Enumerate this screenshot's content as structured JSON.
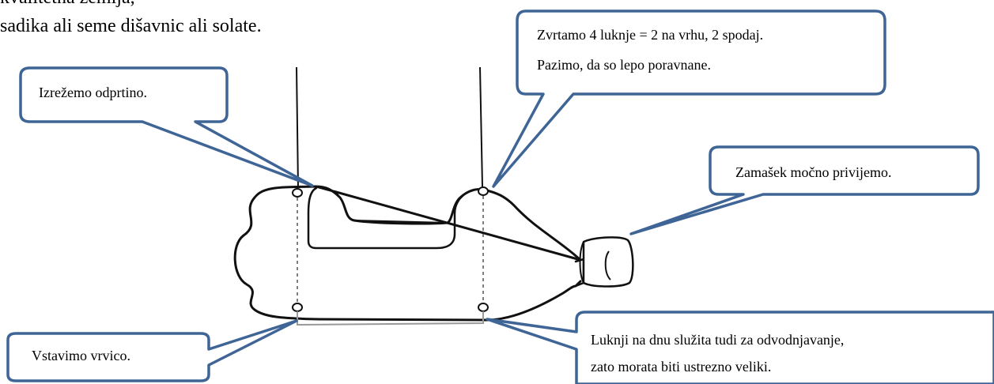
{
  "intro": {
    "line1": "kvalitetna zemlja,",
    "line2": "sadika ali seme dišavnic ali solate."
  },
  "callouts": {
    "cut_opening": "Izrežemo odprtino.",
    "drill_holes_line1": "Zvrtamo 4 luknje = 2 na vrhu, 2 spodaj.",
    "drill_holes_line2": "Pazimo, da so lepo poravnane.",
    "cap": "Zamašek močno privijemo.",
    "bottom_holes_line1": "Luknji na dnu služita tudi za odvodnjavanje,",
    "bottom_holes_line2": "zato morata biti ustrezno veliki.",
    "insert_string": "Vstavimo vrvico."
  },
  "colors": {
    "callout_border": "#3e6596",
    "callout_fill": "#ffffff",
    "drawing_stroke": "#111111"
  }
}
